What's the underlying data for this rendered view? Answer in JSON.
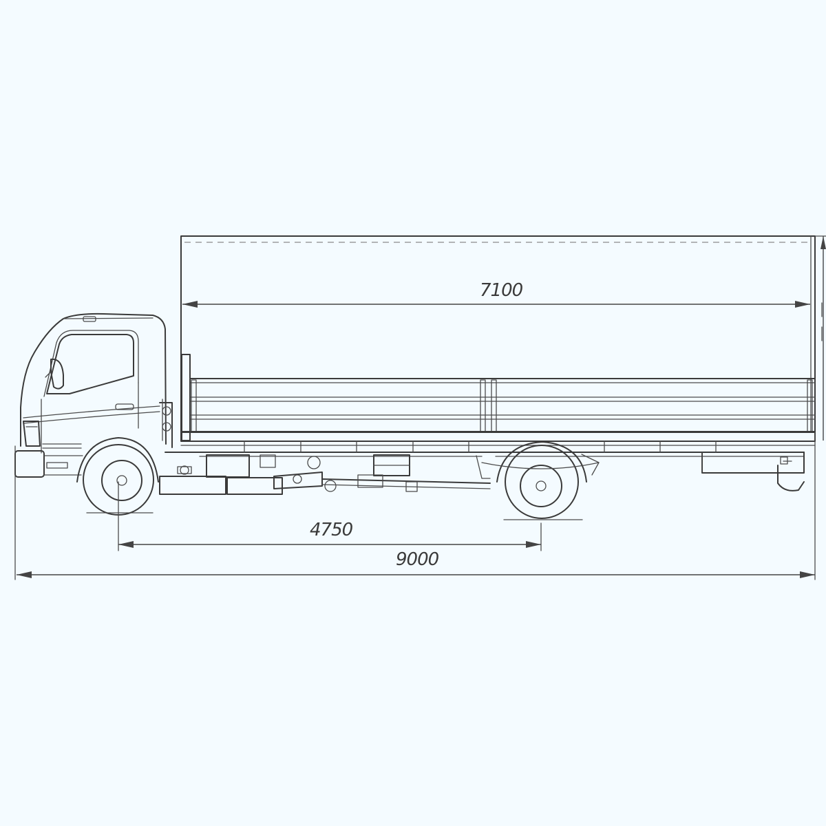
{
  "dimensions": {
    "body_length": "7100",
    "wheelbase": "4750",
    "overall_length": "9000"
  }
}
